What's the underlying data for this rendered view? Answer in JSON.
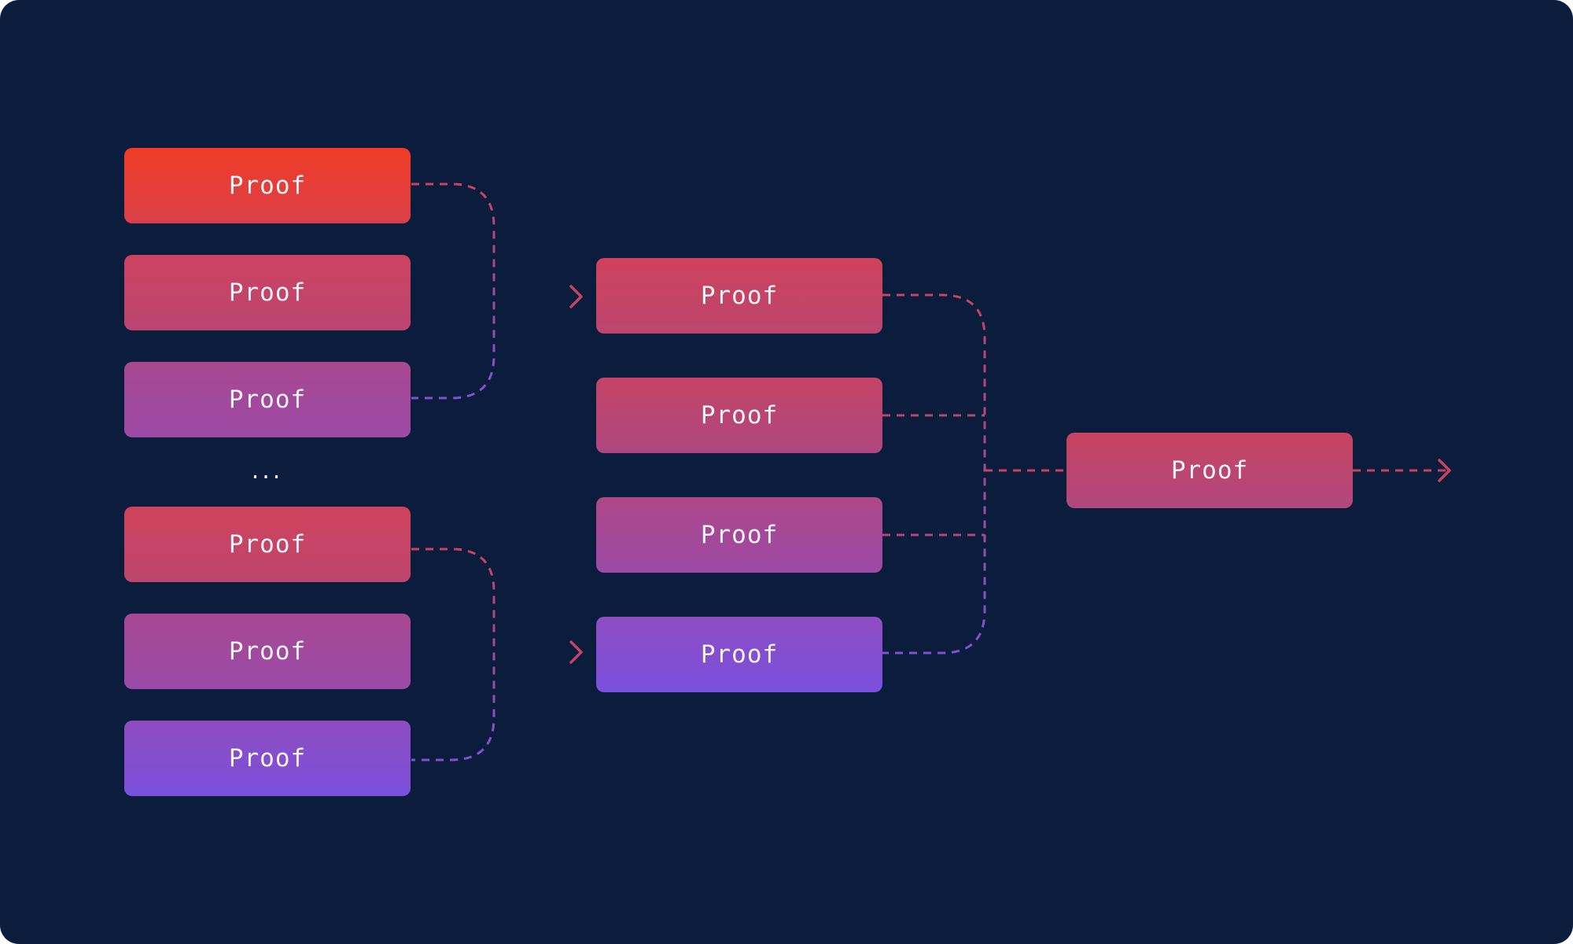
{
  "colors": {
    "background": "#0c1c3c",
    "red": "#ee3c2a",
    "rose": "#c9435e",
    "magenta": "#b34679",
    "purple": "#9b4aa8",
    "violet": "#7a50dd",
    "wire_red": "#c9435e",
    "wire_purple": "#7e52d8"
  },
  "ellipsis": "...",
  "stages": [
    {
      "name": "leaf-proofs",
      "proofs": [
        {
          "label": "Proof",
          "gradient": [
            "#f03c26",
            "#da3f48"
          ]
        },
        {
          "label": "Proof",
          "gradient": [
            "#cd4260",
            "#bb4572"
          ]
        },
        {
          "label": "Proof",
          "gradient": [
            "#a84890",
            "#9b4aa6"
          ]
        },
        {
          "label": "Proof",
          "gradient": [
            "#cf435c",
            "#bd456f"
          ]
        },
        {
          "label": "Proof",
          "gradient": [
            "#a84892",
            "#9a4aa8"
          ]
        },
        {
          "label": "Proof",
          "gradient": [
            "#8f4cc0",
            "#7a50dc"
          ]
        }
      ]
    },
    {
      "name": "intermediate-proofs",
      "proofs": [
        {
          "label": "Proof",
          "gradient": [
            "#cf425b",
            "#bc456f"
          ]
        },
        {
          "label": "Proof",
          "gradient": [
            "#c44466",
            "#ae477f"
          ]
        },
        {
          "label": "Proof",
          "gradient": [
            "#ae4789",
            "#9b4aa6"
          ]
        },
        {
          "label": "Proof",
          "gradient": [
            "#8f4dc2",
            "#7a50de"
          ]
        }
      ]
    },
    {
      "name": "final-proof",
      "proofs": [
        {
          "label": "Proof",
          "gradient": [
            "#c7445f",
            "#b1477e"
          ]
        }
      ]
    }
  ]
}
